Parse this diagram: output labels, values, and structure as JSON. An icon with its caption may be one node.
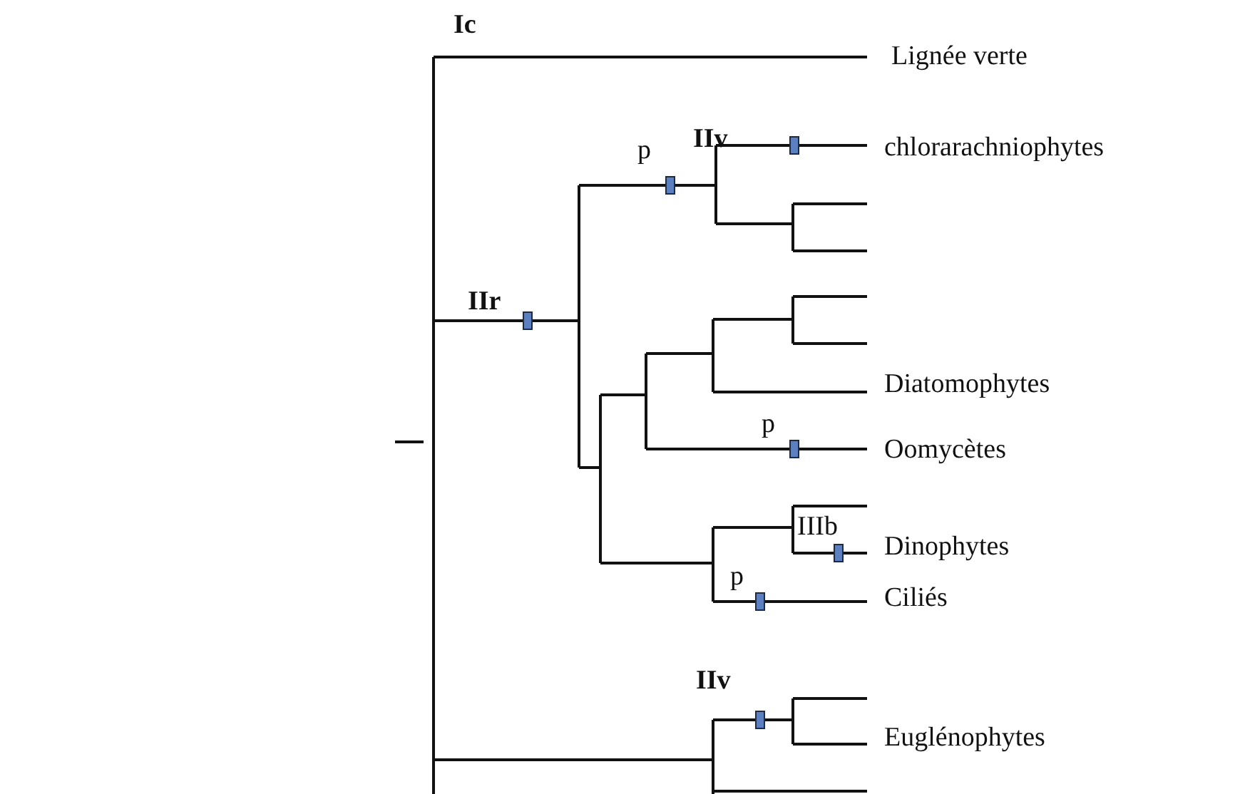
{
  "diagram": {
    "labels": [
      "Ic",
      "Lignée verte",
      "IIv",
      "p",
      "chlorarachniophytes",
      "IIr",
      "Diatomophytes",
      "p",
      "Oomycètes",
      "IIIb",
      "Dinophytes",
      "p",
      "Ciliés",
      "IIv",
      "Euglénophytes"
    ]
  }
}
